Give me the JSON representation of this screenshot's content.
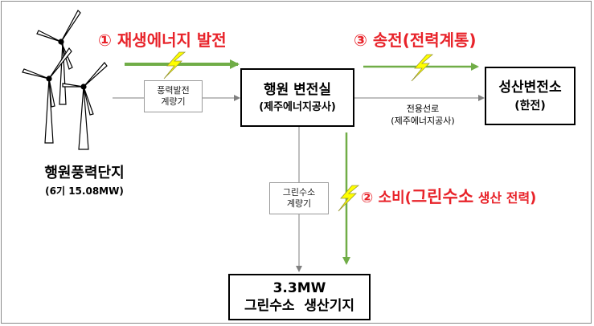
{
  "colors": {
    "red": "#e8232a",
    "green": "#70ad47",
    "gray": "#7f7f7f",
    "bolt": "#ffff00"
  },
  "icons": {
    "turbines": "wind-turbine-icon",
    "lightning": "lightning-bolt-icon"
  },
  "farm": {
    "name": "행원풍력단지",
    "capacity": "(6기 15.08MW)"
  },
  "flows": {
    "generation": "① 재생에너지 발전",
    "transmission": "③ 송전(전력계통)",
    "consumption_prefix": "② 소비(",
    "consumption_main": "그린수소",
    "consumption_small": " 생산 전력",
    "consumption_suffix": ")"
  },
  "nodes": {
    "substation": {
      "line1": "행원 변전실",
      "line2": "(제주에너지공사)"
    },
    "grid": {
      "line1": "성산변전소",
      "line2": "(한전)"
    },
    "h2base": {
      "line1": "3.3MW",
      "line2": "그린수소  생산기지"
    }
  },
  "meters": {
    "wind": {
      "line1": "풍력발전",
      "line2": "계량기"
    },
    "h2": {
      "line1": "그린수소",
      "line2": "계량기"
    }
  },
  "line_label": {
    "line1": "전용선로",
    "line2": "(제주에너지공사)"
  }
}
